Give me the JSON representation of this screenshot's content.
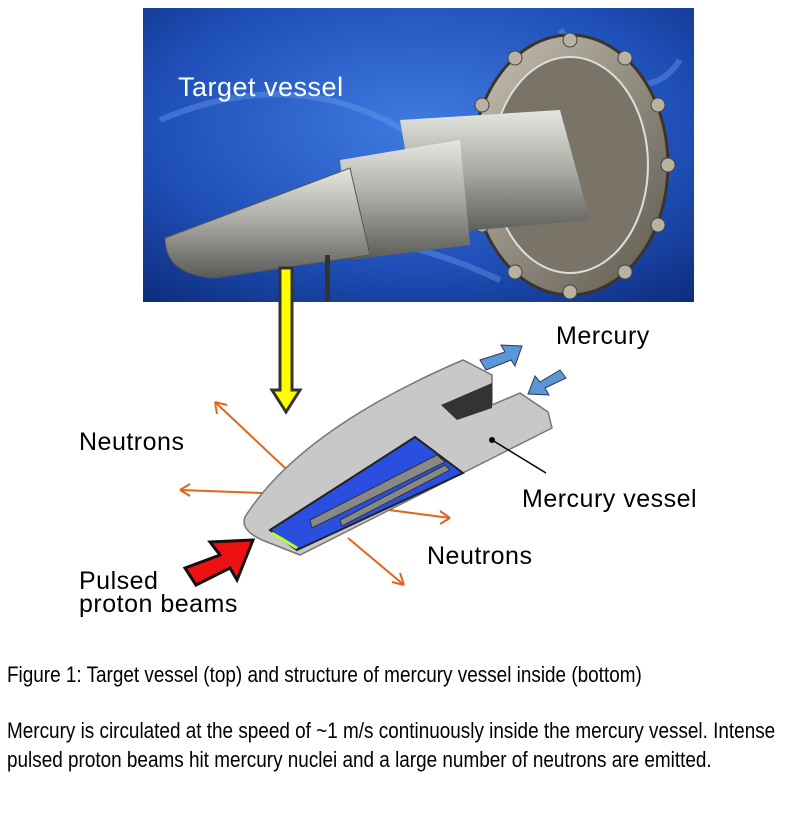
{
  "photo": {
    "title": "Target vessel"
  },
  "diagram": {
    "labels": {
      "mercury": "Mercury",
      "neutrons_left": "Neutrons",
      "mercury_vessel": "Mercury vessel",
      "neutrons_right": "Neutrons",
      "pulsed": "Pulsed",
      "proton_beams": "proton beams"
    },
    "colors": {
      "photo_bg": "#1f4fb8",
      "pointer_arrow": "#ffff00",
      "mercury_arrow": "#5b96d6",
      "neutron_arrow": "#e0661a",
      "proton_arrow": "#ee1111",
      "mercury_fill": "#2a4fe0"
    }
  },
  "caption": "Figure 1: Target vessel (top) and structure of mercury vessel inside (bottom)",
  "body": "Mercury is circulated at the speed of ~1 m/s continuously inside the mercury vessel. Intense pulsed proton beams hit mercury nuclei and a large number of neutrons are emitted."
}
